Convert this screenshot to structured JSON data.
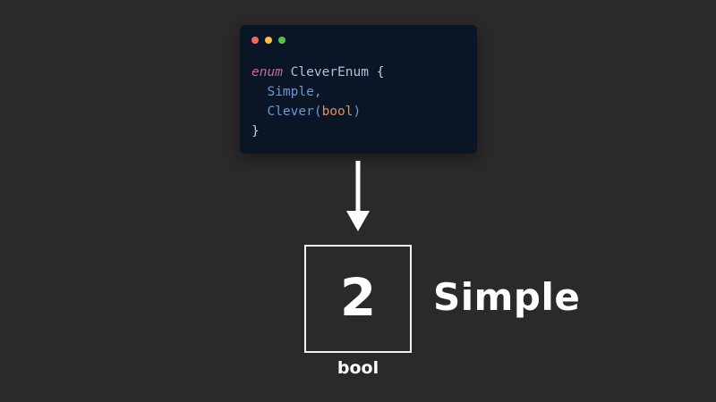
{
  "page": {
    "background": "#2b2929"
  },
  "code_window": {
    "background": "#0a1625",
    "traffic_lights": [
      {
        "name": "close-button",
        "color": "#ed6a5f"
      },
      {
        "name": "minimize-button",
        "color": "#f4bd4f"
      },
      {
        "name": "zoom-button",
        "color": "#52c346"
      }
    ],
    "syntax_colors": {
      "keyword": "#c76b98",
      "type": "#a9c2de",
      "punct": "#c6cedb",
      "variant": "#6d96d7",
      "builtin": "#dd8e63"
    },
    "code_lines": [
      {
        "tokens": [
          {
            "text": "enum",
            "style": "keyword"
          },
          {
            "text": " ",
            "style": "punct"
          },
          {
            "text": "CleverEnum",
            "style": "type"
          },
          {
            "text": " {",
            "style": "punct"
          }
        ]
      },
      {
        "tokens": [
          {
            "text": "  Simple,",
            "style": "variant"
          }
        ]
      },
      {
        "tokens": [
          {
            "text": "  Clever(",
            "style": "variant"
          },
          {
            "text": "bool",
            "style": "builtin"
          },
          {
            "text": ")",
            "style": "variant"
          }
        ]
      },
      {
        "tokens": [
          {
            "text": "}",
            "style": "punct"
          }
        ]
      }
    ]
  },
  "diagram": {
    "arrow_color": "#ffffff",
    "box_value": "2",
    "box_border_color": "#f1f1f1",
    "variant_label": "Simple",
    "field_label": "bool",
    "text_color": "#ffffff"
  }
}
